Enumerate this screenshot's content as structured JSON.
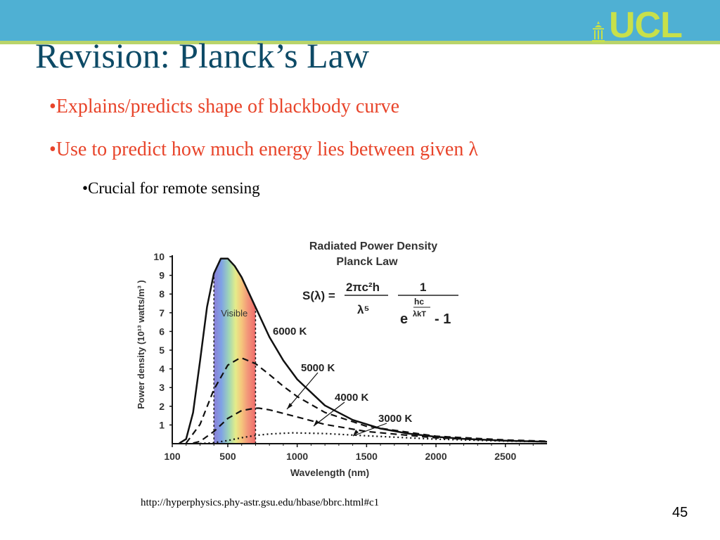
{
  "slide": {
    "title": "Revision: Planck’s Law",
    "bullets": [
      "•Explains/predicts shape of blackbody curve",
      "•Use to predict how much energy lies between given λ"
    ],
    "sub_bullet": "•Crucial for remote sensing",
    "source_url": "http://hyperphysics.phy-astr.gsu.edu/hbase/bbrc.html#c1",
    "page_number": "45",
    "logo_text": "UCL"
  },
  "colors": {
    "header_band": "#4fb0d3",
    "header_line": "#b9d46a",
    "logo": "#c8e04a",
    "title": "#0d4a66",
    "bullet": "#e8442a"
  },
  "chart_data": {
    "type": "line",
    "title": "Radiated Power Density",
    "subtitle": "Planck Law",
    "formula": {
      "lhs": "S(λ) =",
      "num1": "2πc²h",
      "den1": "λ⁵",
      "num2": "1",
      "exp_base": "e",
      "exp_top": "hc",
      "exp_bottom": "λkT",
      "minus": "- 1"
    },
    "xlabel": "Wavelength (nm)",
    "ylabel": "Power density (10¹³ watts/m³ )",
    "xlim": [
      100,
      2800
    ],
    "ylim": [
      0,
      10
    ],
    "x_ticks": [
      100,
      500,
      1000,
      1500,
      2000,
      2500
    ],
    "y_ticks": [
      1,
      2,
      3,
      4,
      5,
      6,
      7,
      8,
      9,
      10
    ],
    "visible_band": {
      "label": "Visible",
      "range_nm": [
        400,
        700
      ]
    },
    "series": [
      {
        "name": "6000 K",
        "style": "solid",
        "x": [
          150,
          200,
          250,
          300,
          350,
          400,
          450,
          500,
          550,
          600,
          700,
          800,
          900,
          1000,
          1200,
          1400,
          1600,
          1800,
          2000,
          2200,
          2500,
          2800
        ],
        "y": [
          0.02,
          0.25,
          1.66,
          4.42,
          7.3,
          9.1,
          9.9,
          9.9,
          9.5,
          8.9,
          7.3,
          5.7,
          4.45,
          3.44,
          2.04,
          1.27,
          0.81,
          0.54,
          0.37,
          0.26,
          0.16,
          0.1
        ]
      },
      {
        "name": "5000 K",
        "style": "dashed",
        "x": [
          200,
          300,
          400,
          500,
          580,
          600,
          700,
          800,
          900,
          1000,
          1200,
          1500,
          2000,
          2500,
          2800
        ],
        "y": [
          0.03,
          1.03,
          2.9,
          4.2,
          4.55,
          4.58,
          4.28,
          3.69,
          3.07,
          2.52,
          1.67,
          0.93,
          0.4,
          0.2,
          0.13
        ]
      },
      {
        "name": "4000 K",
        "style": "dashed",
        "x": [
          250,
          300,
          400,
          500,
          600,
          700,
          725,
          800,
          1000,
          1200,
          1500,
          2000,
          2500,
          2800
        ],
        "y": [
          0.03,
          0.12,
          0.65,
          1.35,
          1.77,
          1.9,
          1.9,
          1.81,
          1.43,
          1.03,
          0.65,
          0.31,
          0.16,
          0.11
        ]
      },
      {
        "name": "3000 K",
        "style": "dotted",
        "x": [
          300,
          400,
          500,
          600,
          700,
          800,
          965,
          1200,
          1500,
          2000,
          2500,
          2800
        ],
        "y": [
          0.01,
          0.05,
          0.17,
          0.32,
          0.44,
          0.52,
          0.58,
          0.54,
          0.42,
          0.24,
          0.14,
          0.1
        ]
      }
    ]
  }
}
